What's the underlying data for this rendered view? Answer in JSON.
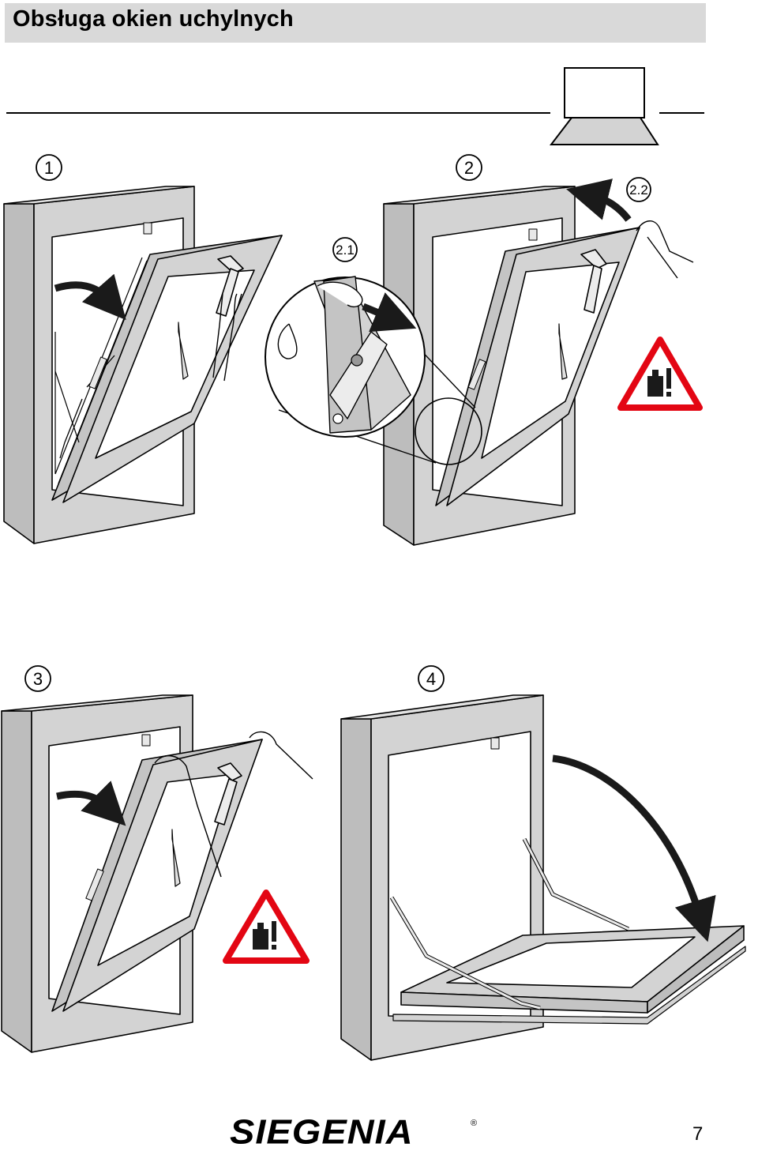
{
  "page": {
    "title": "Obsługa okien uchylnych"
  },
  "steps": [
    {
      "number": "1"
    },
    {
      "number": "2",
      "substeps": [
        "2.1",
        "2.2"
      ]
    },
    {
      "number": "3"
    },
    {
      "number": "4"
    }
  ],
  "footer": {
    "brand": "SIEGENIA",
    "registered_mark": "®",
    "page_number": "7"
  },
  "icons": [
    "circle-number-icon",
    "curved-arrow-icon",
    "warning-weight-icon",
    "hand-icon",
    "window-frame-icon",
    "tilt-window-icon"
  ],
  "colors": {
    "header_bg": "#d9d9d9",
    "frame_gray": "#d3d3d3",
    "warning_red": "#e30613",
    "outline": "#000000"
  }
}
